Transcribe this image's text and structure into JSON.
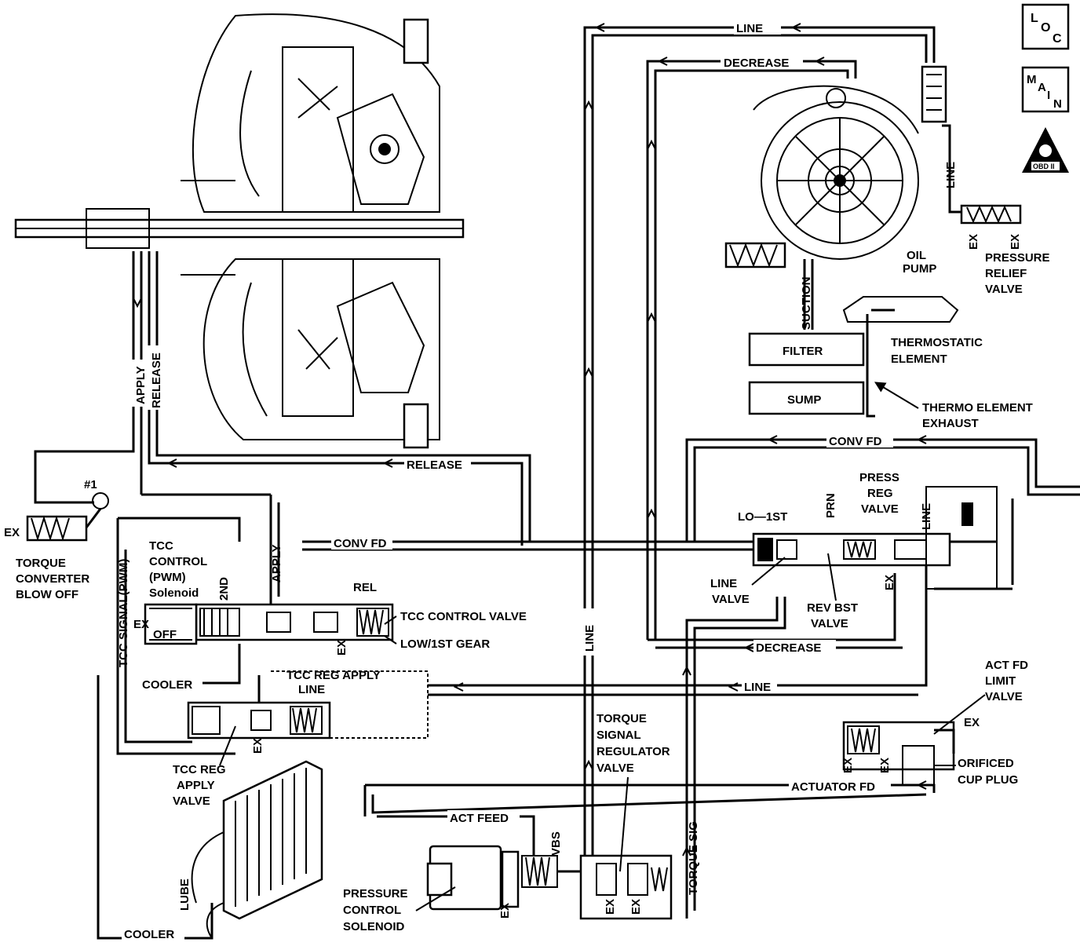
{
  "nav": {
    "loc_text": "LOC",
    "main_text": "MAIN",
    "obd_text": "OBD II"
  },
  "labels": {
    "line": "LINE",
    "decrease": "DECREASE",
    "release": "RELEASE",
    "apply": "APPLY",
    "conv_fd": "CONV FD",
    "rel": "REL",
    "ex": "EX",
    "cooler": "COOLER",
    "lube": "LUBE",
    "off": "OFF",
    "second": "2ND",
    "suction": "SUCTION",
    "prn": "PRN",
    "lo_1st": "LO—1ST",
    "actuator_fd": "ACTUATOR FD",
    "act_feed": "ACT FEED",
    "vbs": "VBS",
    "torque_sig": "TORQUE SIG",
    "tcc_signal": "TCC SIGNAL(PWM)",
    "filter": "FILTER",
    "sump": "SUMP",
    "check_ball": "#1",
    "tcc_reg_apply": "TCC REG APPLY"
  },
  "components": {
    "oil_pump": [
      "OIL",
      "PUMP"
    ],
    "pressure_relief": [
      "PRESSURE",
      "RELIEF",
      "VALVE"
    ],
    "thermostatic": [
      "THERMOSTATIC",
      "ELEMENT"
    ],
    "thermo_exhaust": [
      "THERMO ELEMENT",
      "EXHAUST"
    ],
    "press_reg": [
      "PRESS",
      "REG",
      "VALVE"
    ],
    "line_valve": [
      "LINE",
      "VALVE"
    ],
    "rev_bst": [
      "REV BST",
      "VALVE"
    ],
    "act_fd_limit": [
      "ACT FD",
      "LIMIT",
      "VALVE"
    ],
    "orificed_cup": [
      "ORIFICED",
      "CUP PLUG"
    ],
    "torque_signal_reg": [
      "TORQUE",
      "SIGNAL",
      "REGULATOR",
      "VALVE"
    ],
    "pressure_control": [
      "PRESSURE",
      "CONTROL",
      "SOLENOID"
    ],
    "tcc_reg_apply_valve": [
      "TCC REG",
      "APPLY",
      "VALVE"
    ],
    "torque_converter": [
      "TORQUE",
      "CONVERTER",
      "BLOW   OFF"
    ],
    "tcc_solenoid": [
      "TCC",
      "CONTROL",
      "(PWM)",
      "Solenoid"
    ],
    "tcc_control_valve": "TCC CONTROL VALVE",
    "low_1st_gear": "LOW/1ST GEAR"
  }
}
